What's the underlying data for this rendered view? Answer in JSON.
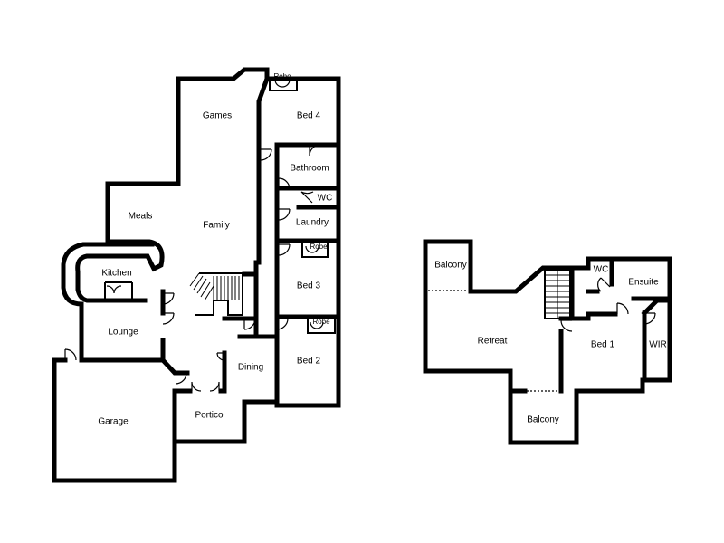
{
  "ground_floor": {
    "games": "Games",
    "bed4": "Bed 4",
    "robe_bed4": "Robe",
    "bathroom": "Bathroom",
    "wc": "WC",
    "laundry": "Laundry",
    "meals": "Meals",
    "family": "Family",
    "kitchen": "Kitchen",
    "robe_bed3": "Robe",
    "bed3": "Bed 3",
    "lounge": "Lounge",
    "robe_bed2": "Robe",
    "bed2": "Bed 2",
    "dining": "Dining",
    "garage": "Garage",
    "portico": "Portico"
  },
  "upper_floor": {
    "balcony_top": "Balcony",
    "wc": "WC",
    "ensuite": "Ensuite",
    "retreat": "Retreat",
    "bed1": "Bed 1",
    "wir": "WIR",
    "balcony_bottom": "Balcony"
  }
}
